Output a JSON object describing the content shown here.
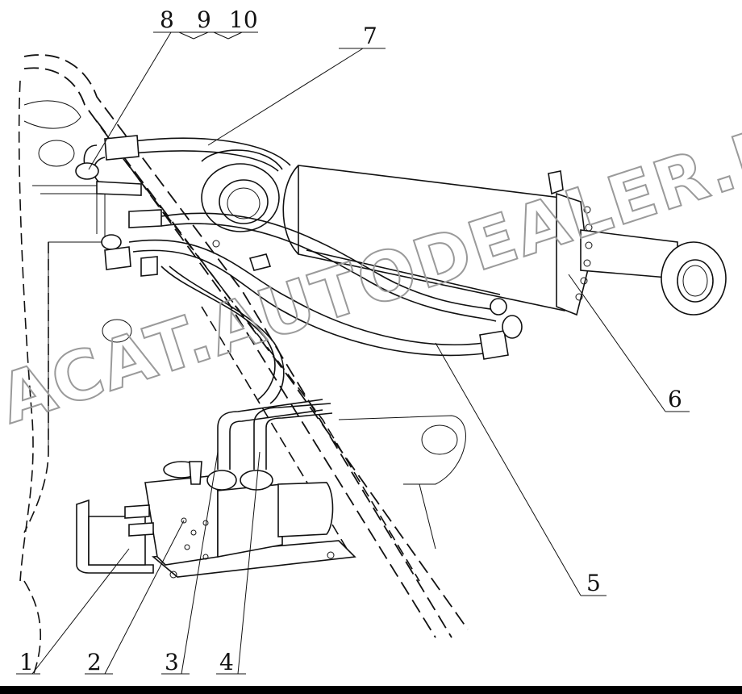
{
  "callouts": {
    "c1": "1",
    "c2": "2",
    "c3": "3",
    "c4": "4",
    "c5": "5",
    "c6": "6",
    "c7": "7",
    "c8": "8",
    "c9": "9",
    "c10": "10"
  },
  "watermark": "ACAT.AUTODEALER.RU",
  "colors": {
    "line": "#111111",
    "watermark": "#9a9a9a",
    "background": "#ffffff"
  }
}
